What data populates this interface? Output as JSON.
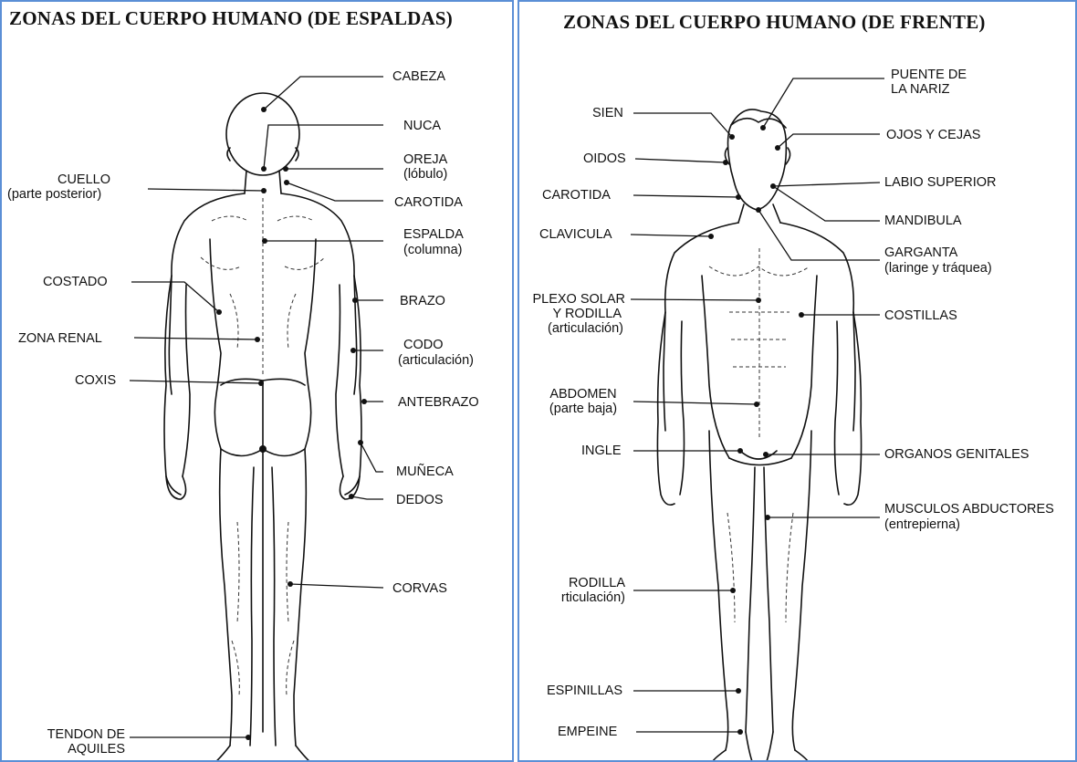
{
  "back": {
    "title": "ZONAS DEL CUERPO HUMANO (DE ESPALDAS)",
    "labels": {
      "cabeza": "CABEZA",
      "nuca": "NUCA",
      "oreja": "OREJA",
      "oreja_sub": "(lóbulo)",
      "cuello": "CUELLO",
      "cuello_sub": "(parte posterior)",
      "carotida": "CAROTIDA",
      "espalda": "ESPALDA",
      "espalda_sub": "(columna)",
      "costado": "COSTADO",
      "brazo": "BRAZO",
      "zona_renal": "ZONA RENAL",
      "codo": "CODO",
      "codo_sub": "(articulación)",
      "coxis": "COXIS",
      "antebrazo": "ANTEBRAZO",
      "muneca": "MUÑECA",
      "dedos": "DEDOS",
      "corvas": "CORVAS",
      "tendon": "TENDON DE",
      "tendon_sub": "AQUILES"
    }
  },
  "front": {
    "title": "ZONAS DEL CUERPO HUMANO (DE FRENTE)",
    "labels": {
      "puente": "PUENTE DE",
      "puente_sub": "LA NARIZ",
      "sien": "SIEN",
      "ojos": "OJOS Y CEJAS",
      "oidos": "OIDOS",
      "labio": "LABIO SUPERIOR",
      "carotida": "CAROTIDA",
      "mandibula": "MANDIBULA",
      "clavicula": "CLAVICULA",
      "garganta": "GARGANTA",
      "garganta_sub": "(laringe y tráquea)",
      "plexo": "PLEXO SOLAR",
      "plexo_2": "Y RODILLA",
      "plexo_3": "(articulación)",
      "costillas": "COSTILLAS",
      "abdomen": "ABDOMEN",
      "abdomen_sub": "(parte baja)",
      "ingle": "INGLE",
      "organos": "ORGANOS GENITALES",
      "musculos": "MUSCULOS ABDUCTORES",
      "musculos_sub": "(entrepierna)",
      "rodilla": "RODILLA",
      "rodilla_sub": "rticulación)",
      "espinillas": "ESPINILLAS",
      "empeine": "EMPEINE"
    }
  }
}
